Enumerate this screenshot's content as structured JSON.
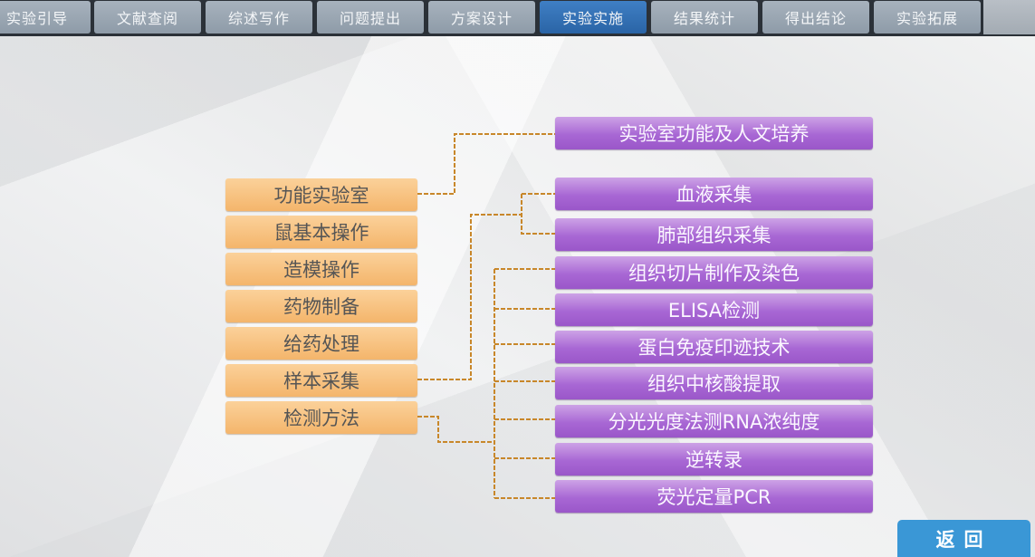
{
  "nav": {
    "tabs": [
      {
        "label": "实验引导"
      },
      {
        "label": "文献查阅"
      },
      {
        "label": "综述写作"
      },
      {
        "label": "问题提出"
      },
      {
        "label": "方案设计"
      },
      {
        "label": "实验实施",
        "active": true
      },
      {
        "label": "结果统计"
      },
      {
        "label": "得出结论"
      },
      {
        "label": "实验拓展"
      }
    ],
    "active_color": "#2a64a6"
  },
  "left_steps": [
    {
      "label": "功能实验室"
    },
    {
      "label": "鼠基本操作"
    },
    {
      "label": "造模操作"
    },
    {
      "label": "药物制备"
    },
    {
      "label": "给药处理"
    },
    {
      "label": "样本采集"
    },
    {
      "label": "检测方法"
    }
  ],
  "right_items": [
    {
      "label": "实验室功能及人文培养"
    },
    {
      "label": "血液采集"
    },
    {
      "label": "肺部组织采集"
    },
    {
      "label": "组织切片制作及染色"
    },
    {
      "label": "ELISA检测"
    },
    {
      "label": "蛋白免疫印迹技术"
    },
    {
      "label": "组织中核酸提取"
    },
    {
      "label": "分光光度法测RNA浓纯度"
    },
    {
      "label": "逆转录"
    },
    {
      "label": "荧光定量PCR"
    }
  ],
  "colors": {
    "left_box": "#f4b56b",
    "right_box": "#a867d4",
    "connector": "#c8872a",
    "back_button": "#3a97d6"
  },
  "back_button": {
    "label": "返回"
  }
}
